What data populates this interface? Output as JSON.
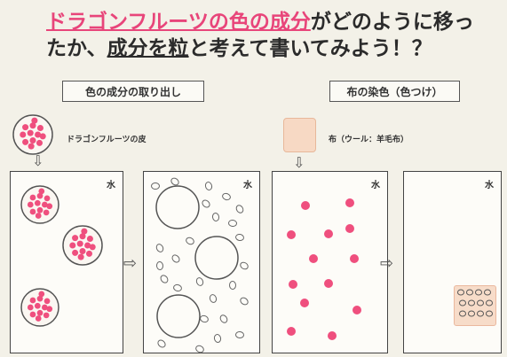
{
  "title": {
    "line1_pink": "ドラゴンフルーツの色の成分",
    "line1_rest": "がどのように移っ",
    "line2_a": "たか、",
    "line2_b": "成分を粒",
    "line2_c": "と考えて書いてみよう！？"
  },
  "left_section": {
    "label": "色の成分の取り出し",
    "skin_label": "ドラゴンフルーツの皮",
    "water1": "水",
    "water2": "水"
  },
  "right_section": {
    "label": "布の染色（色つけ）",
    "cloth_label": "布（ウール：羊毛布）",
    "water3": "水",
    "water4": "水"
  },
  "arrows": {
    "down": "⇩",
    "right": "⇨"
  },
  "colors": {
    "pink": "#e8457a",
    "dot": "#ef4f7e",
    "swatch": "#f7d9c4"
  }
}
